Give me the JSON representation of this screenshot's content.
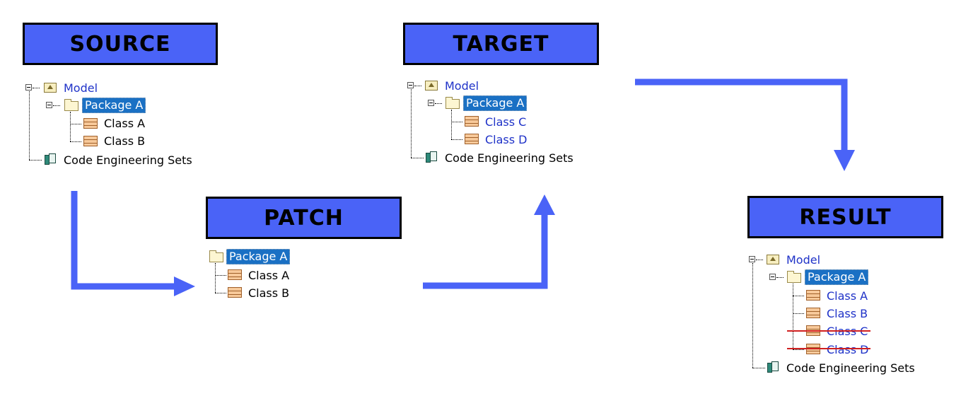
{
  "panels": {
    "source": {
      "title": "SOURCE",
      "model": "Model",
      "package": "Package A",
      "class1": "Class A",
      "class2": "Class B",
      "ces": "Code Engineering Sets"
    },
    "patch": {
      "title": "PATCH",
      "package": "Package A",
      "class1": "Class A",
      "class2": "Class B"
    },
    "target": {
      "title": "TARGET",
      "model": "Model",
      "package": "Package A",
      "class1": "Class C",
      "class2": "Class D",
      "ces": "Code Engineering Sets"
    },
    "result": {
      "title": "RESULT",
      "model": "Model",
      "package": "Package A",
      "class1": "Class A",
      "class2": "Class B",
      "class3": "Class C",
      "class4": "Class D",
      "ces": "Code Engineering Sets"
    }
  },
  "colors": {
    "title_fill": "#4a63f7",
    "arrow": "#4a63f7",
    "selection": "#1a70c4",
    "link_text": "#1f32c8",
    "strike": "#d02020"
  },
  "icons": [
    "expand-collapse-icon",
    "model-icon",
    "package-folder-icon",
    "class-icon",
    "code-engineering-sets-icon"
  ]
}
